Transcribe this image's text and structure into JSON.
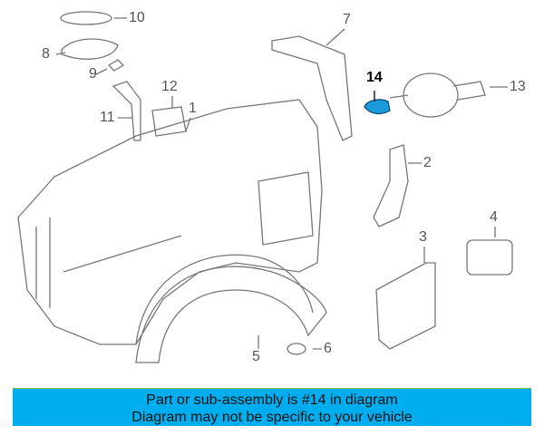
{
  "callouts": [
    {
      "id": "10",
      "label": "10"
    },
    {
      "id": "8",
      "label": "8"
    },
    {
      "id": "9",
      "label": "9"
    },
    {
      "id": "12",
      "label": "12"
    },
    {
      "id": "11",
      "label": "11"
    },
    {
      "id": "1",
      "label": "1"
    },
    {
      "id": "7",
      "label": "7"
    },
    {
      "id": "14",
      "label": "14"
    },
    {
      "id": "13",
      "label": "13"
    },
    {
      "id": "2",
      "label": "2"
    },
    {
      "id": "4",
      "label": "4"
    },
    {
      "id": "3",
      "label": "3"
    },
    {
      "id": "5",
      "label": "5"
    },
    {
      "id": "6",
      "label": "6"
    }
  ],
  "highlight_color": "#1a9bd7",
  "banner": {
    "line1": "Part or sub-assembly is #14 in diagram",
    "line2": "Diagram may not be specific to your vehicle",
    "color": "#00aeef"
  }
}
